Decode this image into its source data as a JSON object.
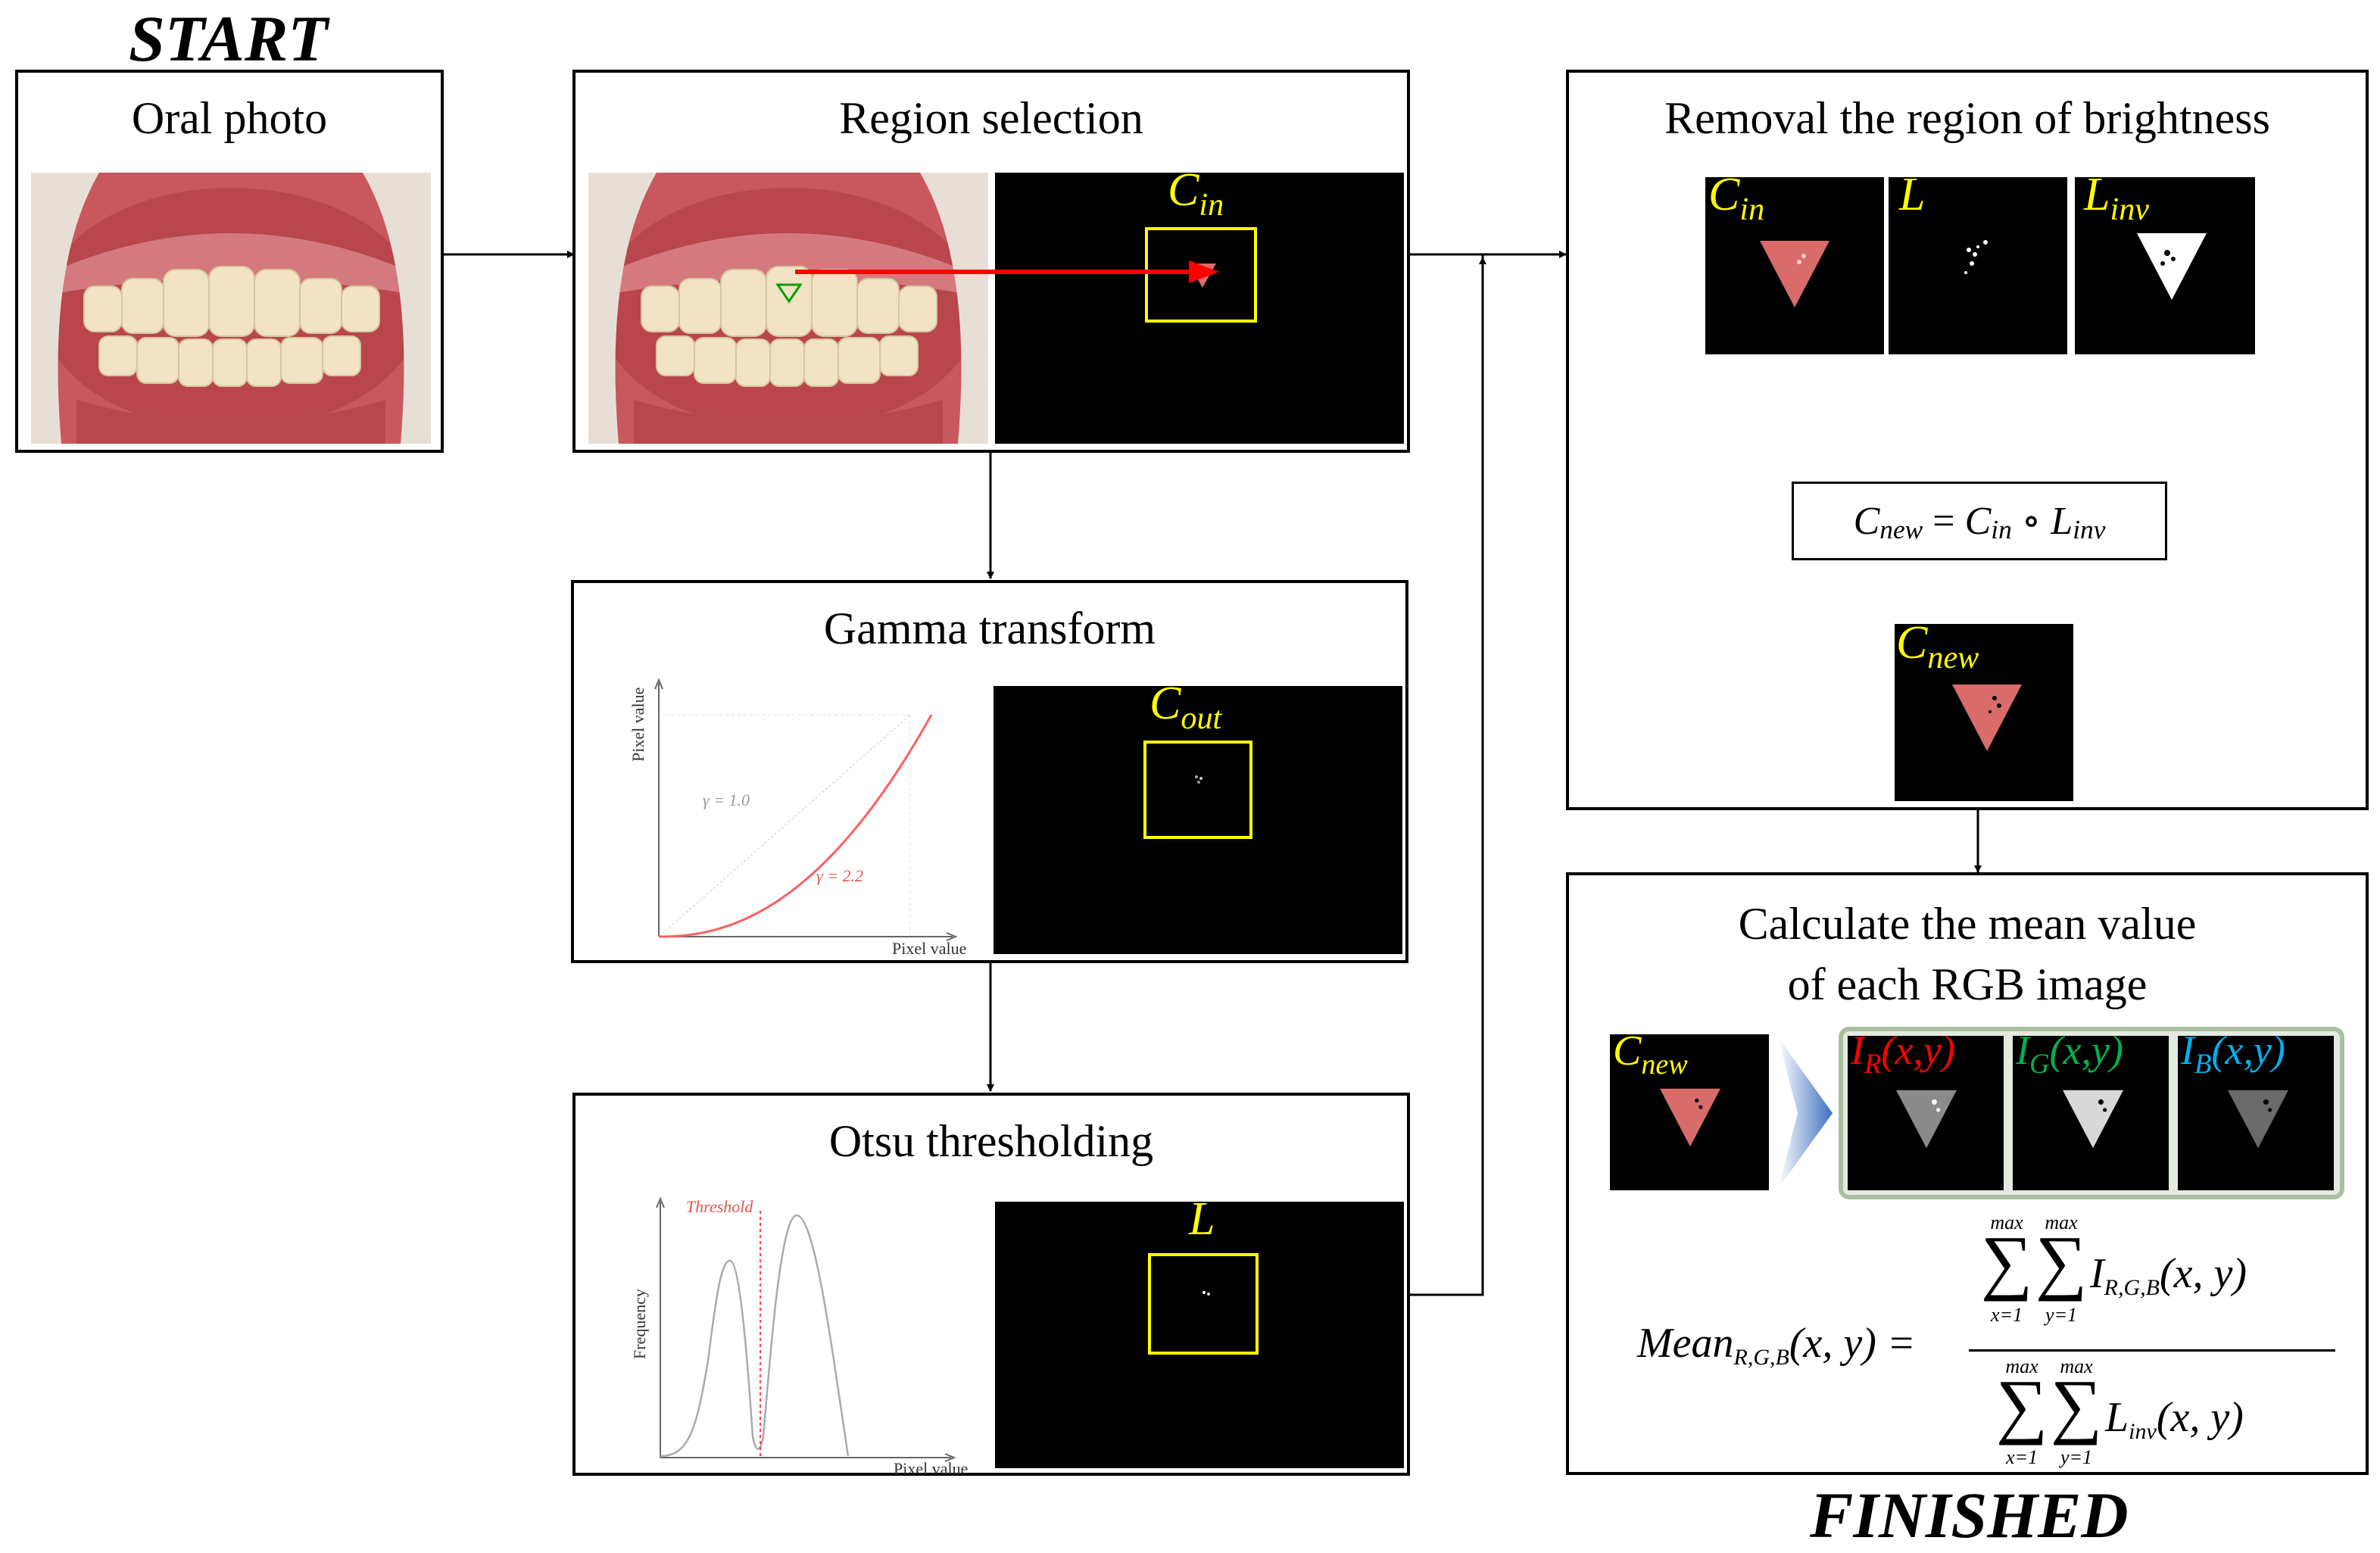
{
  "start_label": "START",
  "finished_label": "FINISHED",
  "oral_photo": {
    "title": "Oral photo"
  },
  "region_selection": {
    "title": "Region selection",
    "label_main": "C",
    "label_sub": "in"
  },
  "gamma": {
    "title": "Gamma transform",
    "ylabel": "Pixel value",
    "xlabel": "Pixel value",
    "gamma_linear": "γ = 1.0",
    "gamma_curve": "γ = 2.2",
    "label_main": "C",
    "label_sub": "out",
    "chart_data": {
      "type": "line",
      "xlabel": "Pixel value",
      "ylabel": "Pixel value",
      "series": [
        {
          "name": "γ = 1.0",
          "gamma": 1.0
        },
        {
          "name": "γ = 2.2",
          "gamma": 2.2
        }
      ]
    }
  },
  "otsu": {
    "title": "Otsu thresholding",
    "ylabel": "Frequency",
    "xlabel": "Pixel value",
    "threshold": "Threshold",
    "label": "L"
  },
  "removal": {
    "title": "Removal the region of brightness",
    "cin_main": "C",
    "cin_sub": "in",
    "l_main": "L",
    "linv_main": "L",
    "linv_sub": "inv",
    "formula": {
      "lhs_main": "C",
      "lhs_sub": "new",
      "eq": " = ",
      "a_main": "C",
      "a_sub": "in",
      "op": " ∘ ",
      "b_main": "L",
      "b_sub": "inv"
    },
    "cnew_main": "C",
    "cnew_sub": "new"
  },
  "mean": {
    "title_line1": "Calculate the mean value",
    "title_line2": "of each RGB image",
    "cnew_main": "C",
    "cnew_sub": "new",
    "ir": {
      "main": "I",
      "sub": "R",
      "args": "(x,y)"
    },
    "ig": {
      "main": "I",
      "sub": "G",
      "args": "(x,y)"
    },
    "ib": {
      "main": "I",
      "sub": "B",
      "args": "(x,y)"
    },
    "formula": {
      "lhs_main": "Mean",
      "lhs_sub": "R,G,B",
      "lhs_args": "(x, y) =",
      "max": "max",
      "x1": "x=1",
      "y1": "y=1",
      "num_main": "I",
      "num_sub": "R,G,B",
      "num_args": "(x, y)",
      "den_main": "L",
      "den_sub": "inv",
      "den_args": "(x, y)",
      "sigma": "∑"
    }
  },
  "colors": {
    "yellow": "#ffff00",
    "red": "#ff0000",
    "green": "#00b050",
    "blue": "#00b0f0",
    "pink": "#d96b6b"
  }
}
